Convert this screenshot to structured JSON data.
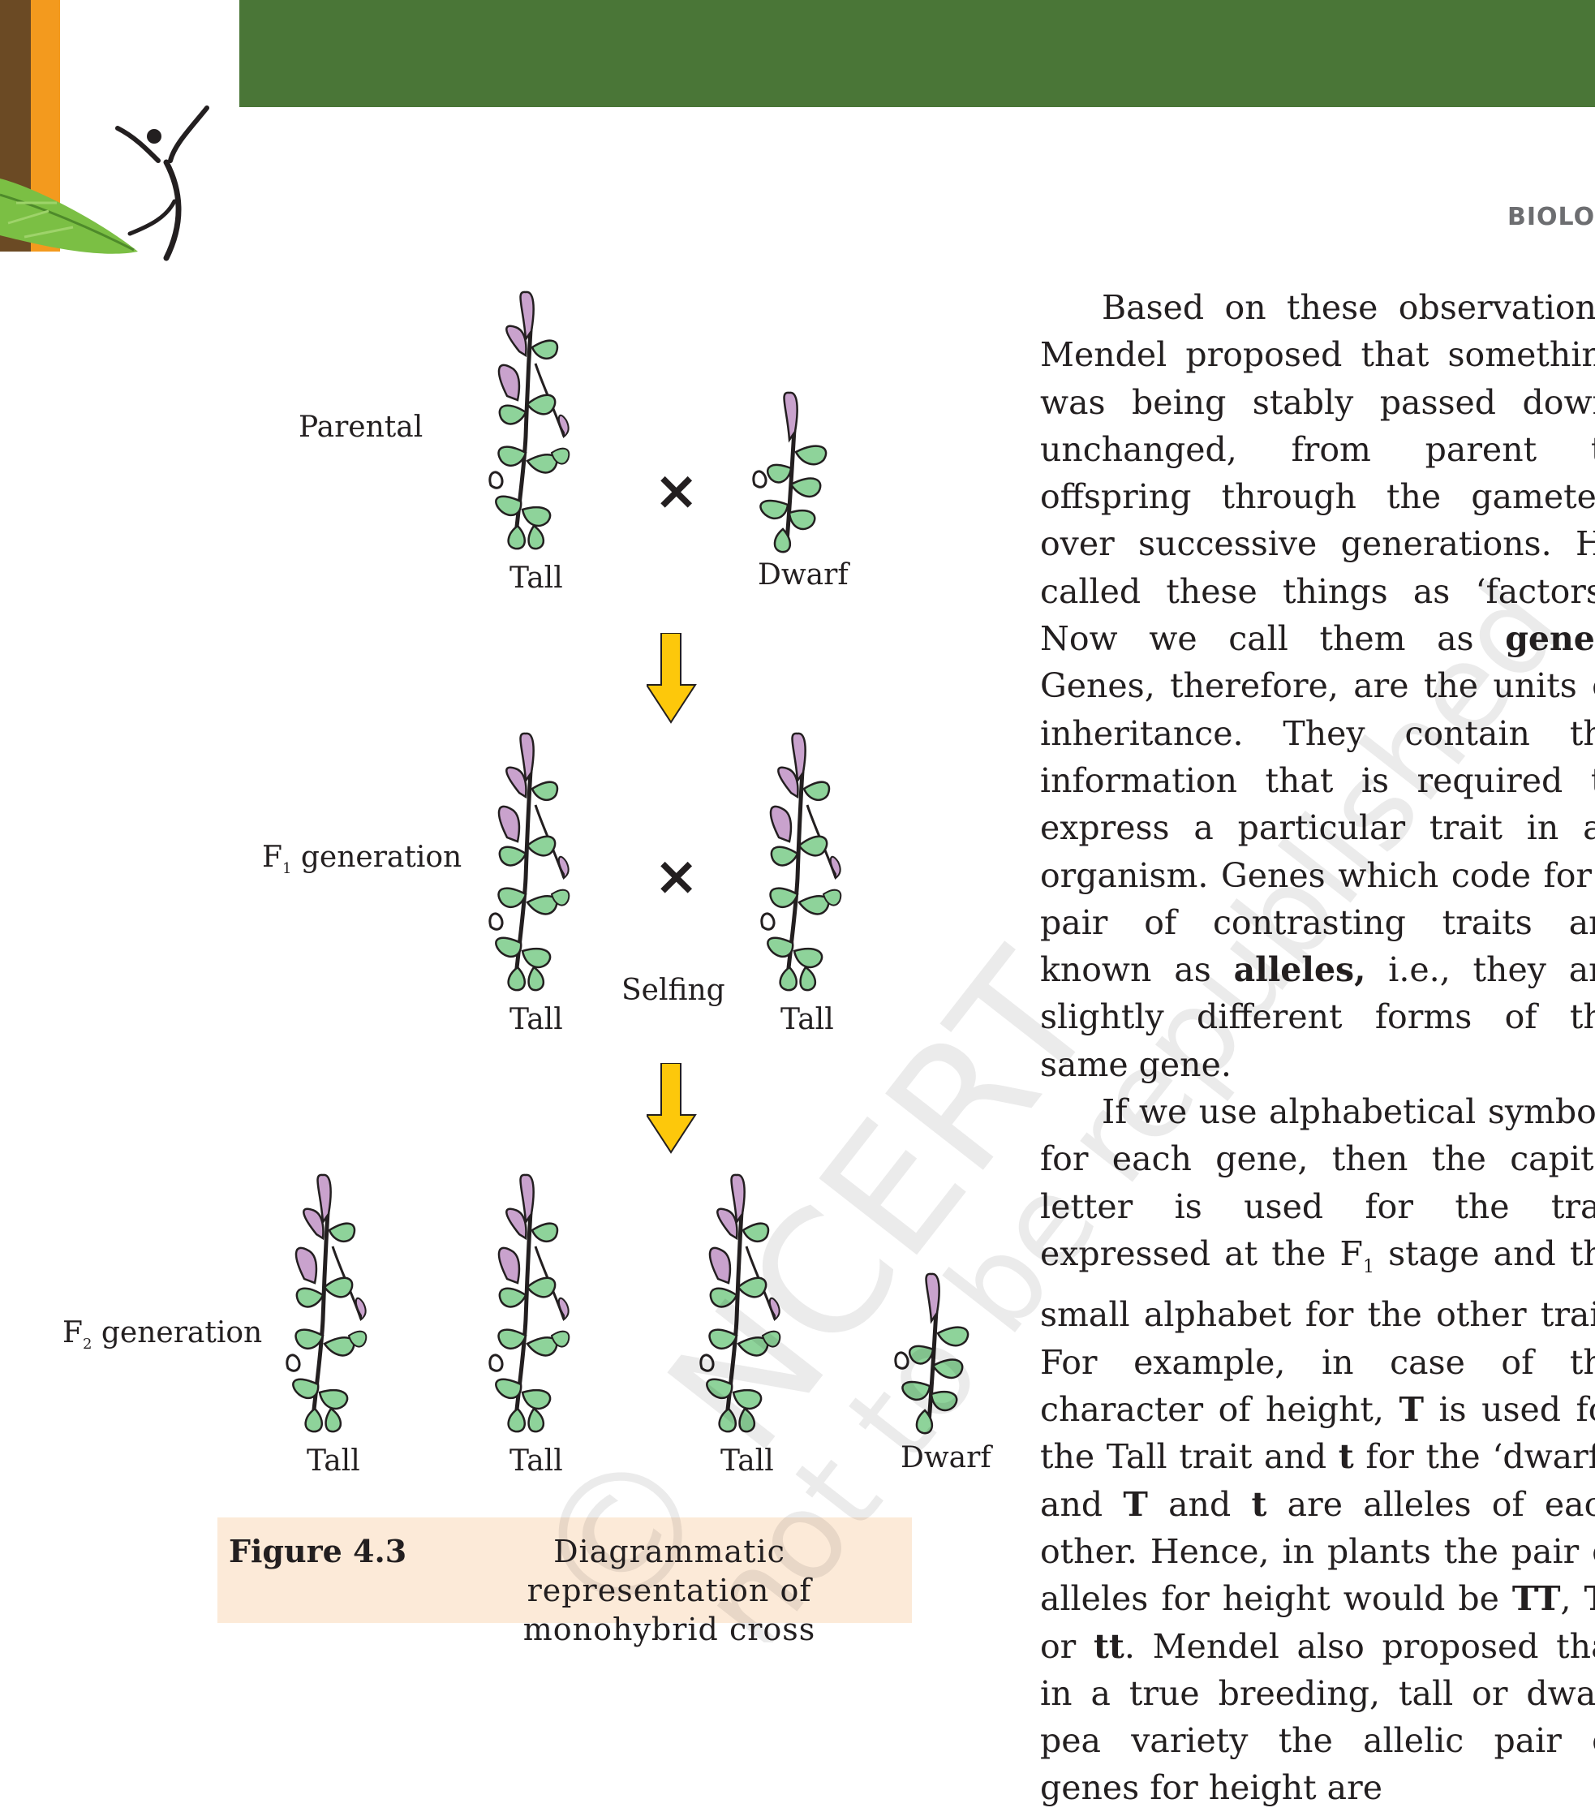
{
  "header": {
    "section_label": "BIOLOGY"
  },
  "figure": {
    "rows": {
      "parental": "Parental",
      "f1": {
        "prefix": "F",
        "sub": "1",
        "suffix": " generation"
      },
      "f2": {
        "prefix": "F",
        "sub": "2",
        "suffix": " generation"
      }
    },
    "labels": {
      "tall": "Tall",
      "dwarf": "Dwarf",
      "selfing": "Selfing"
    },
    "cross_symbol": "×",
    "caption": {
      "number": "Figure 4.3",
      "text": "Diagrammatic representation of monohybrid cross"
    }
  },
  "watermark": {
    "line1": "© NCERT",
    "line2": "not to be republished"
  },
  "colors": {
    "band_green": "#4a7637",
    "arrow_yellow": "#fdc80b",
    "leaf_green": "#8ed39a",
    "flower_pink": "#c9a2cd",
    "caption_bg": "#fcead8"
  },
  "body": {
    "p1": {
      "a": "Based on these observations, Mendel proposed that something was being stably passed down, unchanged, from parent to offspring through the gametes, over successive generations. He called these things as ‘factors’. Now we call them as ",
      "b_genes": "genes",
      "c": ". Genes, therefore, are the units of inheritance. They contain the information that is required to express a particular trait in an organism. Genes which code for a pair of contrasting traits are known as ",
      "d_alleles": "alleles,",
      "e": " i.e., they are slightly different forms of the same gene."
    },
    "p2": {
      "a": "If we use  alphabetical symbols for each gene, then the capital letter is used for the trait expressed at the F",
      "sub1": "1",
      "b": " stage and the small alphabet for the other trait. For example, in case of the character of height, ",
      "T1": "T",
      "c": " is used for the Tall trait and ",
      "t1": "t",
      "d": " for the ‘dwarf’, and ",
      "T2": "T",
      "e": " and ",
      "t2": "t",
      "f": " are alleles of each other. Hence, in plants the pair of alleles for height would be ",
      "TT": "TT",
      "g": ", ",
      "Tt": "Tt",
      "h": " or ",
      "tt": "tt",
      "i": ". Mendel also proposed that in a true breeding, tall or dwarf pea variety the allelic pair of genes for height are"
    }
  }
}
